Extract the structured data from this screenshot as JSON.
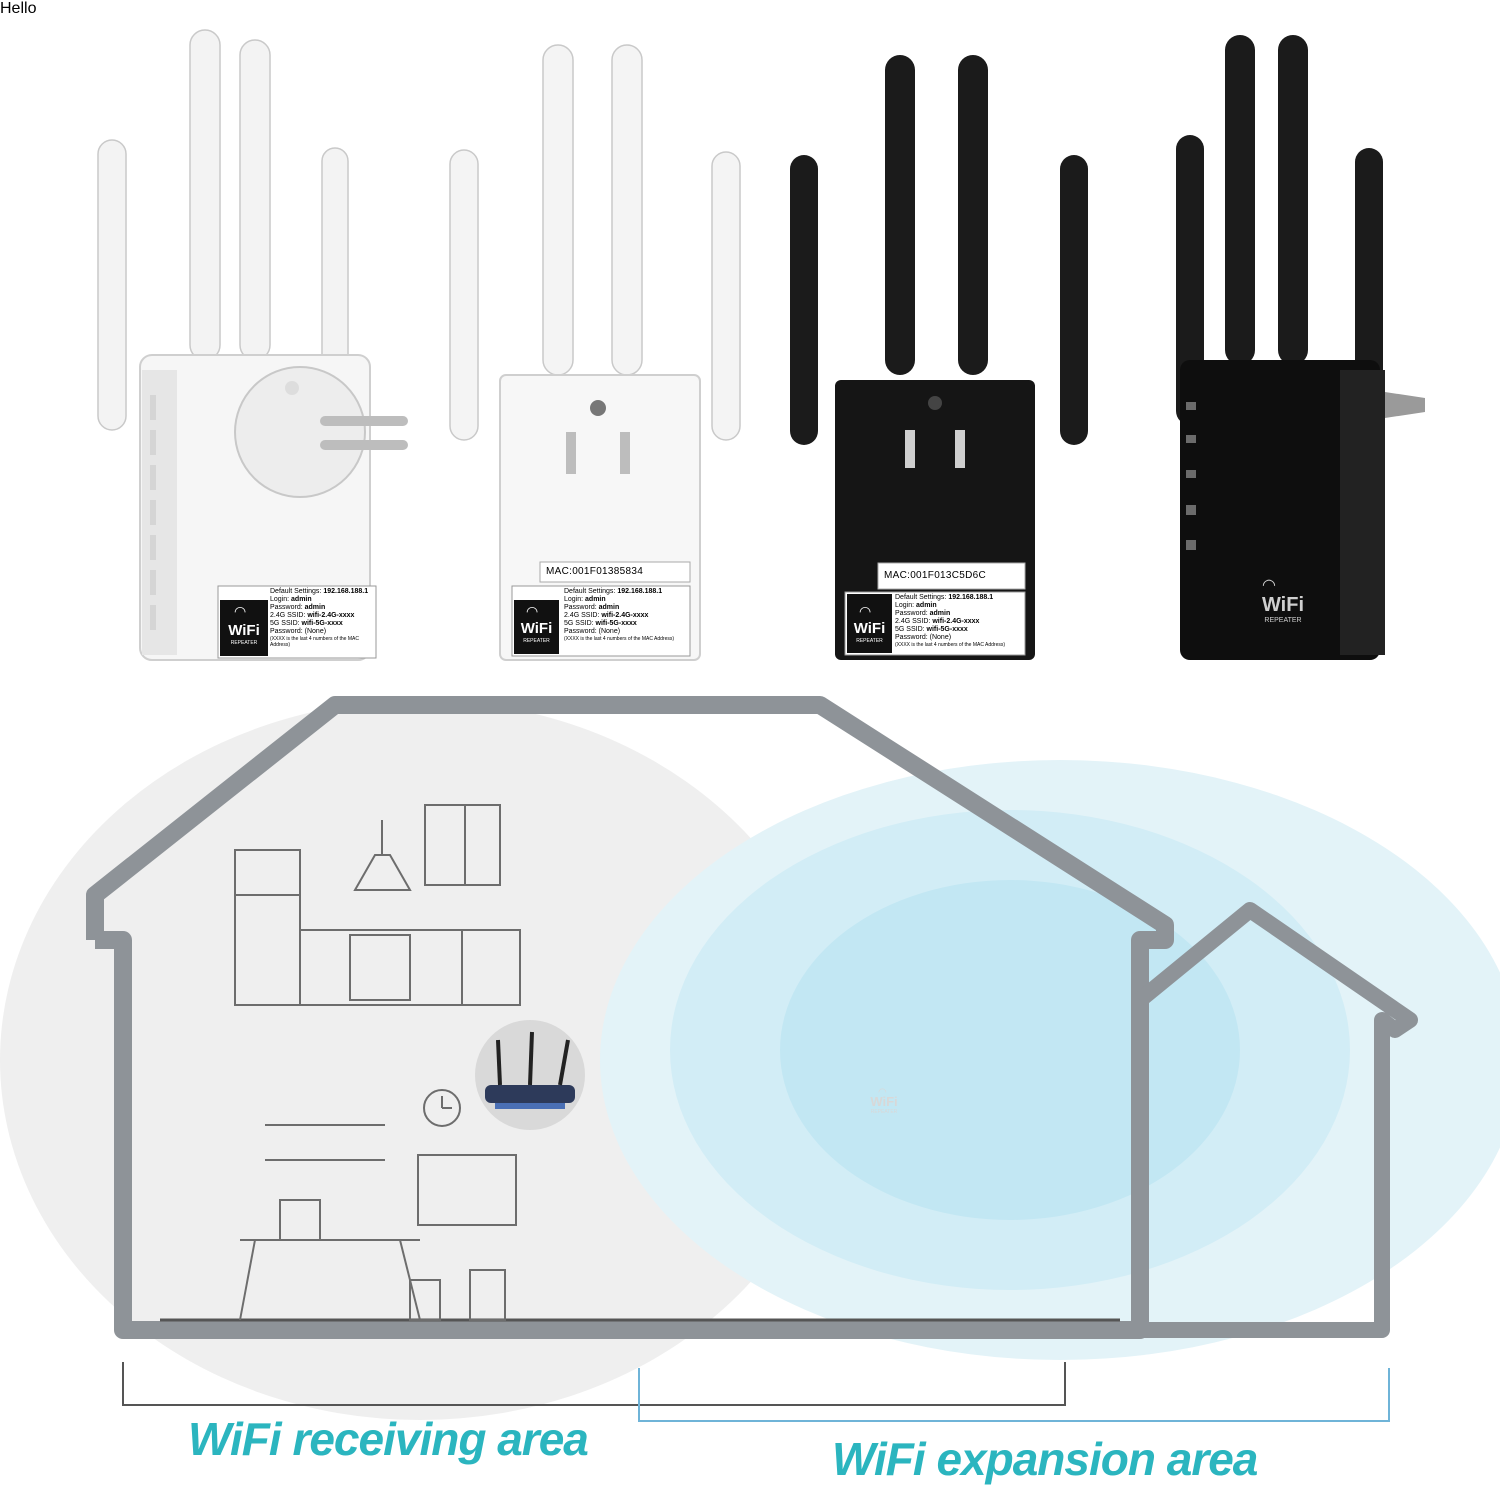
{
  "products": {
    "white_eu": {
      "sticker": {
        "default_settings_label": "Default Settings:",
        "default_settings_value": "192.168.188.1",
        "login_label": "Login:",
        "login_value": "admin",
        "password_label": "Password:",
        "password_value": "admin",
        "ssid24_label": "2.4G SSID:",
        "ssid24_value": "wifi-2.4G-xxxx",
        "ssid5_label": "5G SSID:",
        "ssid5_value": "wifi-5G-xxxx",
        "password2_label": "Password:",
        "password2_value": "(None)",
        "footnote": "(XXXX is the last 4 numbers of the MAC Address)",
        "logo_word": "WiFi",
        "logo_sub": "REPEATER"
      }
    },
    "white_us": {
      "mac": "MAC:001F01385834",
      "sticker": {
        "default_settings_label": "Default Settings:",
        "default_settings_value": "192.168.188.1",
        "login_label": "Login:",
        "login_value": "admin",
        "password_label": "Password:",
        "password_value": "admin",
        "ssid24_label": "2.4G SSID:",
        "ssid24_value": "wifi-2.4G-xxxx",
        "ssid5_label": "5G SSID:",
        "ssid5_value": "wifi-5G-xxxx",
        "password2_label": "Password:",
        "password2_value": "(None)",
        "footnote": "(XXXX is the last 4 numbers of the MAC Address)",
        "logo_word": "WiFi",
        "logo_sub": "REPEATER"
      }
    },
    "black_us": {
      "mac": "MAC:001F013C5D6C",
      "sticker": {
        "default_settings_label": "Default Settings:",
        "default_settings_value": "192.168.188.1",
        "login_label": "Login:",
        "login_value": "admin",
        "password_label": "Password:",
        "password_value": "admin",
        "ssid24_label": "2.4G SSID:",
        "ssid24_value": "wifi-2.4G-xxxx",
        "ssid5_label": "5G SSID:",
        "ssid5_value": "wifi-5G-xxxx",
        "password2_label": "Password:",
        "password2_value": "(None)",
        "footnote": "(XXXX is the last 4 numbers of the MAC Address)",
        "logo_word": "WiFi",
        "logo_sub": "REPEATER"
      }
    },
    "black_front": {
      "logo_word": "WiFi",
      "logo_sub": "REPEATER"
    }
  },
  "scene": {
    "repeater_logo_word": "WiFi",
    "repeater_logo_sub": "REPEATER",
    "desk_sign": "Hello",
    "receiving_caption": "WiFi receiving area",
    "expansion_caption": "WiFi expansion area"
  },
  "colors": {
    "accent_teal": "#2bb5bf",
    "signal_blue": "#bfe7f2",
    "house_outline": "#8e9398",
    "bracket_gray": "#555555",
    "bracket_blue": "#6fb4d8"
  }
}
